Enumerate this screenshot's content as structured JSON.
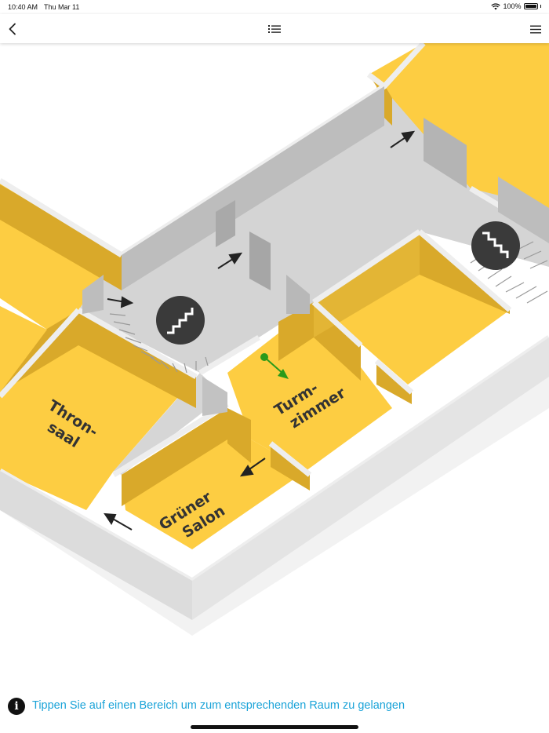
{
  "status_bar": {
    "time": "10:40 AM",
    "date": "Thu Mar 11",
    "battery": "100%"
  },
  "nav": {
    "back_icon": "chevron-left-icon",
    "center_icon": "list-icon",
    "menu_icon": "hamburger-menu-icon"
  },
  "map": {
    "colors": {
      "room": "#fdcd42",
      "room_wall": "#d9a92a",
      "corridor": "#d4d4d4",
      "wall": "#eeeeee",
      "wall_side": "#b8b8b8",
      "stair_badge": "#3a3a3a",
      "position_marker": "#2a9a1a"
    },
    "rooms": {
      "thronsaal": {
        "line1": "Thron-",
        "line2": "saal"
      },
      "turmzimmer": {
        "line1": "Turm-",
        "line2": "zimmer"
      },
      "gruener_salon": {
        "line1": "Grüner",
        "line2": "Salon"
      }
    },
    "stairs_icon": "stairs-icon"
  },
  "footer": {
    "info_icon": "info-icon",
    "hint_text": "Tippen Sie auf einen Bereich um zum entsprechenden Raum zu gelangen"
  }
}
